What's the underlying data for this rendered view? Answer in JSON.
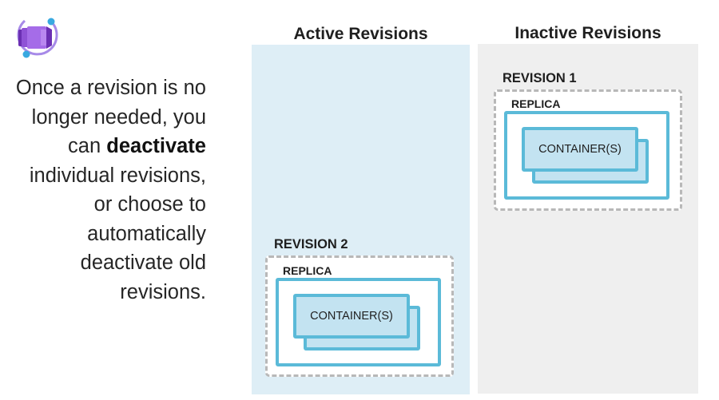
{
  "description": {
    "before": "Once a revision is no longer needed, you can ",
    "bold": "deactivate",
    "after": " individual revisions, or choose to automatically deactivate old revisions."
  },
  "active": {
    "title": "Active Revisions",
    "revision_label": "REVISION 2",
    "replica_label": "REPLICA",
    "container_label": "CONTAINER(S)"
  },
  "inactive": {
    "title": "Inactive Revisions",
    "revision_label": "REVISION 1",
    "replica_label": "REPLICA",
    "container_label": "CONTAINER(S)"
  },
  "colors": {
    "active_panel": "#deeef6",
    "inactive_panel": "#efefef",
    "replica_border": "#5bbad8",
    "container_fill": "#c3e3f1",
    "revision_border": "#b8b8b8"
  },
  "icons": {
    "logo": "container-apps-logo-icon"
  }
}
